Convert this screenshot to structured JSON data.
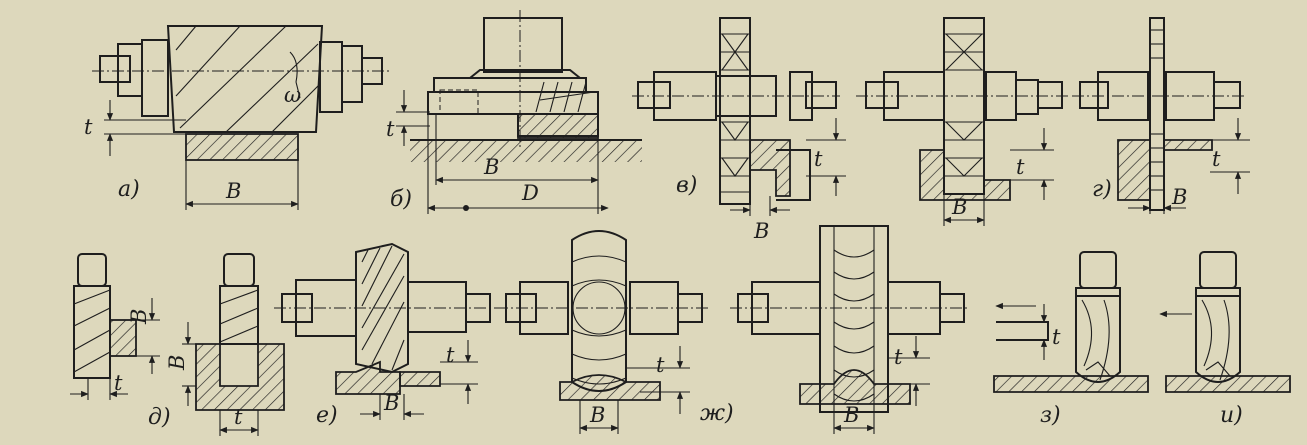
{
  "figure": {
    "panels": [
      {
        "id": "a",
        "caption": "а)",
        "dims": [
          "t",
          "B"
        ],
        "angle": "ω"
      },
      {
        "id": "b",
        "caption": "б)",
        "dims": [
          "t",
          "B",
          "D"
        ]
      },
      {
        "id": "v",
        "caption": "в)",
        "dims": [
          "t",
          "B"
        ]
      },
      {
        "id": "v2",
        "caption": "",
        "dims": [
          "t",
          "B"
        ]
      },
      {
        "id": "g",
        "caption": "г)",
        "dims": [
          "t",
          "B"
        ]
      },
      {
        "id": "d",
        "caption": "д)",
        "dims": [
          "B",
          "t",
          "B",
          "t"
        ]
      },
      {
        "id": "e",
        "caption": "е)",
        "dims": [
          "t",
          "B"
        ]
      },
      {
        "id": "zh",
        "caption": "ж)",
        "dims": [
          "t",
          "B"
        ]
      },
      {
        "id": "zh2",
        "caption": "",
        "dims": [
          "t",
          "B"
        ]
      },
      {
        "id": "z",
        "caption": "з)",
        "dims": [
          "t"
        ]
      },
      {
        "id": "i",
        "caption": "и)",
        "dims": []
      }
    ]
  },
  "colors": {
    "paper": "#ddd8bc",
    "ink": "#1e1e1e"
  }
}
